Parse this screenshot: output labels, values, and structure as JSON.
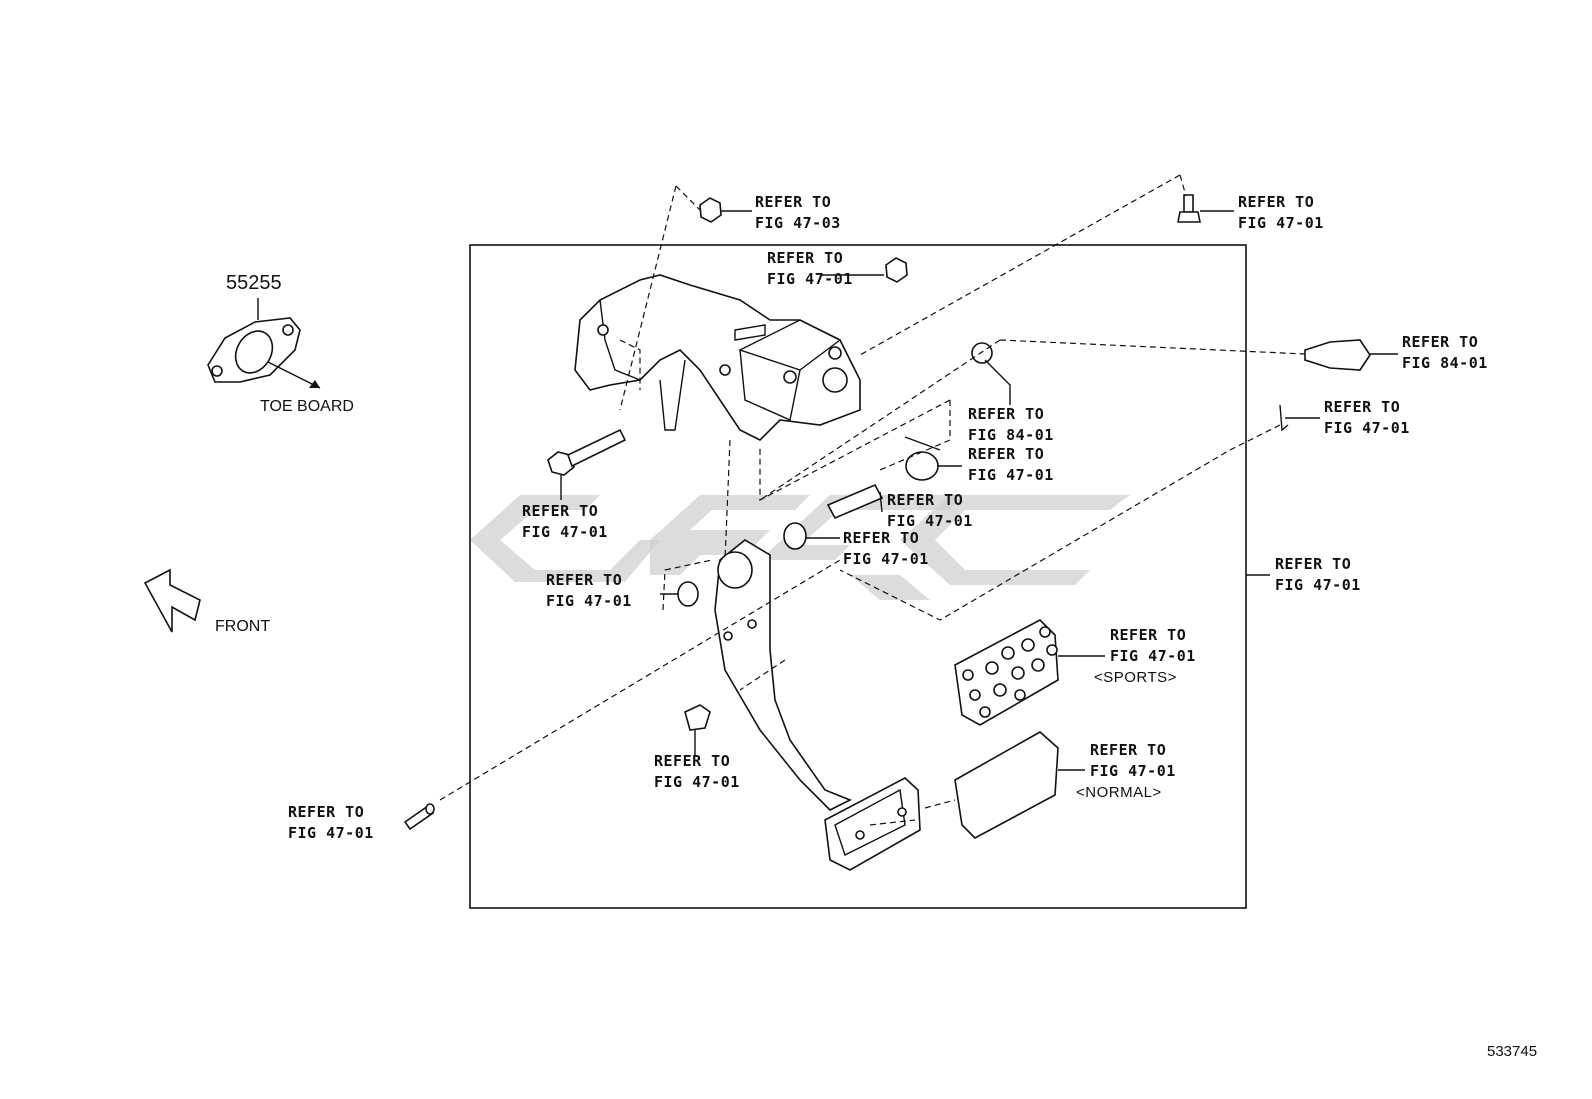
{
  "part_number": "55255",
  "toe_board_label": "TOE BOARD",
  "front_label": "FRONT",
  "figure_id": "533745",
  "callouts": [
    {
      "l1": "REFER TO",
      "l2": "FIG 47-03",
      "l3": ""
    },
    {
      "l1": "REFER TO",
      "l2": "FIG 47-01",
      "l3": ""
    },
    {
      "l1": "REFER TO",
      "l2": "FIG 47-01",
      "l3": ""
    },
    {
      "l1": "REFER TO",
      "l2": "FIG 84-01",
      "l3": ""
    },
    {
      "l1": "REFER TO",
      "l2": "FIG 47-01",
      "l3": ""
    },
    {
      "l1": "REFER TO",
      "l2": "FIG 84-01",
      "l3": ""
    },
    {
      "l1": "REFER TO",
      "l2": "FIG 47-01",
      "l3": ""
    },
    {
      "l1": "REFER TO",
      "l2": "FIG 47-01",
      "l3": ""
    },
    {
      "l1": "REFER TO",
      "l2": "FIG 47-01",
      "l3": ""
    },
    {
      "l1": "REFER TO",
      "l2": "FIG 47-01",
      "l3": ""
    },
    {
      "l1": "REFER TO",
      "l2": "FIG 47-01",
      "l3": ""
    },
    {
      "l1": "REFER TO",
      "l2": "FIG 47-01",
      "l3": ""
    },
    {
      "l1": "REFER TO",
      "l2": "FIG 47-01",
      "l3": "<SPORTS>"
    },
    {
      "l1": "REFER TO",
      "l2": "FIG 47-01",
      "l3": ""
    },
    {
      "l1": "REFER TO",
      "l2": "FIG 47-01",
      "l3": "<NORMAL>"
    },
    {
      "l1": "REFER TO",
      "l2": "FIG 47-01",
      "l3": ""
    }
  ]
}
